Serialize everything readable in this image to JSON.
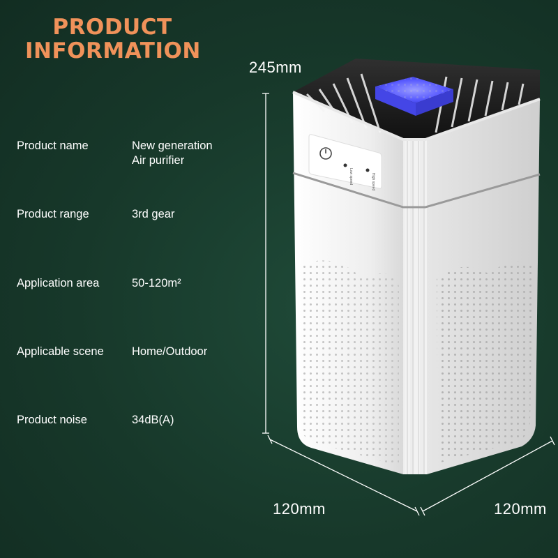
{
  "title": {
    "line1": "PRODUCT",
    "line2": "INFORMATION"
  },
  "specs": [
    {
      "label": "Product name",
      "value_line1": "New generation",
      "value_line2": "Air purifier"
    },
    {
      "label": "Product range",
      "value_line1": "3rd gear",
      "value_line2": ""
    },
    {
      "label": "Application area",
      "value_line1": "50-120m²",
      "value_line2": ""
    },
    {
      "label": "Applicable scene",
      "value_line1": "Home/Outdoor",
      "value_line2": ""
    },
    {
      "label": "Product noise",
      "value_line1": "34dB(A)",
      "value_line2": ""
    }
  ],
  "dimensions": {
    "height": "245mm",
    "width": "120mm",
    "depth": "120mm"
  },
  "device": {
    "indicator_low": "Low speed",
    "indicator_high": "High speed",
    "power_icon": "power-icon",
    "uv_light_color": "#5a5cff"
  },
  "colors": {
    "background": "#17382a",
    "title": "#f0925a",
    "text": "#ffffff"
  }
}
